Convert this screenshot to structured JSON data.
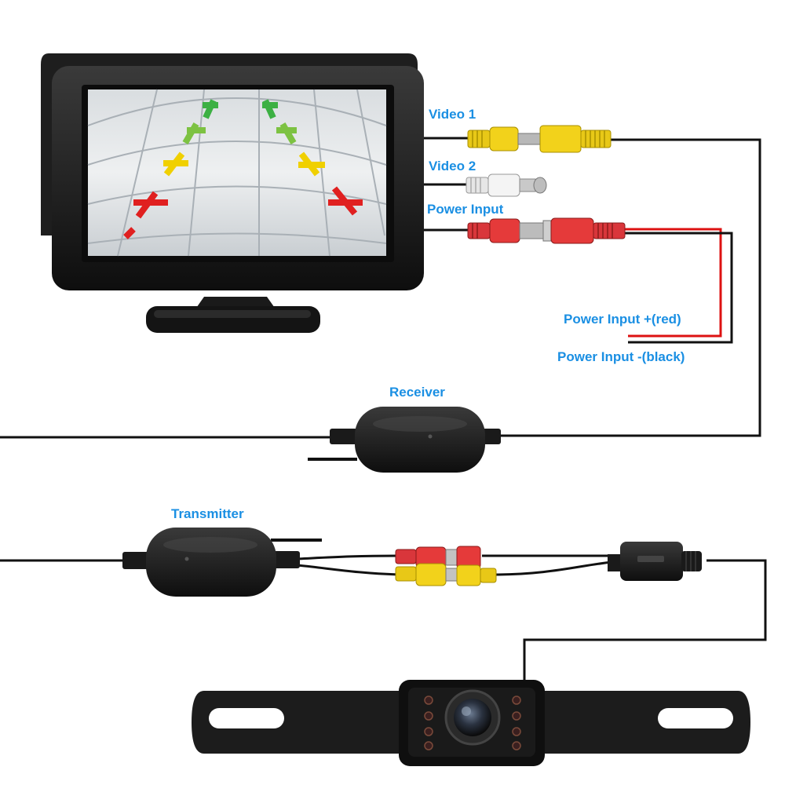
{
  "labels": {
    "video1": "Video 1",
    "video2": "Video 2",
    "power_input": "Power Input",
    "power_plus": "Power Input +(red)",
    "power_minus": "Power Input -(black)",
    "receiver": "Receiver",
    "transmitter": "Transmitter"
  },
  "colors": {
    "label_blue": "#1a8fe3",
    "cable_black": "#111111",
    "rca_yellow": "#f2d21b",
    "rca_red": "#e53a3a",
    "rca_white": "#eeeeee",
    "guide_green": "#3cb043",
    "guide_yellow": "#f0d000",
    "guide_red": "#e02020"
  },
  "icons": {
    "monitor": "monitor-icon",
    "receiver": "wireless-receiver-icon",
    "transmitter": "wireless-transmitter-icon",
    "camera": "license-plate-camera-icon"
  }
}
